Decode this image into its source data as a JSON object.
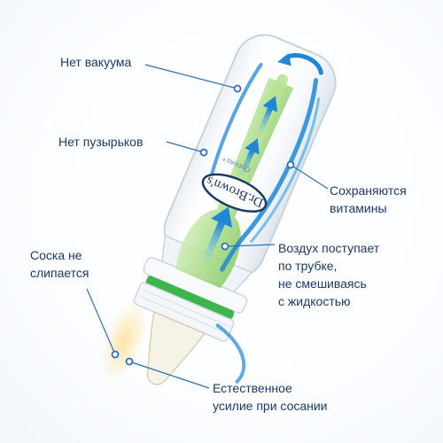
{
  "labels": {
    "no_vacuum": "Нет вакуума",
    "no_bubbles": "Нет пузырьков",
    "vitamins_1": "Сохраняются",
    "vitamins_2": "витамины",
    "air_1": "Воздух поступает",
    "air_2": "по трубке,",
    "air_3": "не смешиваясь",
    "air_4": "с жидкостью",
    "nipple_1": "Соска не",
    "nipple_2": "слипается",
    "natural_1": "Естественное",
    "natural_2": "усилие при сосании"
  },
  "bottle": {
    "brand": "Dr.Brown's",
    "script": "Options+"
  },
  "colors": {
    "text": "#1c3a66",
    "leader": "#2f6fb5",
    "accent_green": "#3cb54a",
    "vent_green": "#9fd67a",
    "arrow_blue": "#1f87d6",
    "glow": "#f6d27a"
  }
}
